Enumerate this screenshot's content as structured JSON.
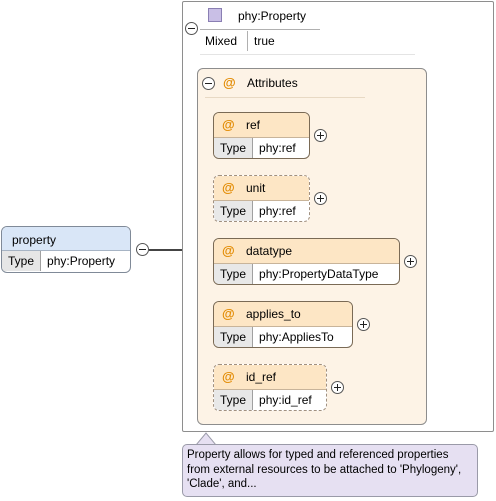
{
  "element": {
    "name": "property",
    "type_key": "Type",
    "type_value": "phy:Property"
  },
  "complex_type": {
    "name": "phy:Property",
    "mixed_key": "Mixed",
    "mixed_value": "true"
  },
  "attributes_group": {
    "at": "@",
    "label": "Attributes"
  },
  "attributes": [
    {
      "name": "ref",
      "type_key": "Type",
      "type_value": "phy:ref",
      "required": true
    },
    {
      "name": "unit",
      "type_key": "Type",
      "type_value": "phy:ref",
      "required": false
    },
    {
      "name": "datatype",
      "type_key": "Type",
      "type_value": "phy:PropertyDataType",
      "required": true
    },
    {
      "name": "applies_to",
      "type_key": "Type",
      "type_value": "phy:AppliesTo",
      "required": true
    },
    {
      "name": "id_ref",
      "type_key": "Type",
      "type_value": "phy:id_ref",
      "required": false
    }
  ],
  "annotation": "Property allows for typed and referenced properties from external resources to be attached to 'Phylogeny', 'Clade', and..."
}
